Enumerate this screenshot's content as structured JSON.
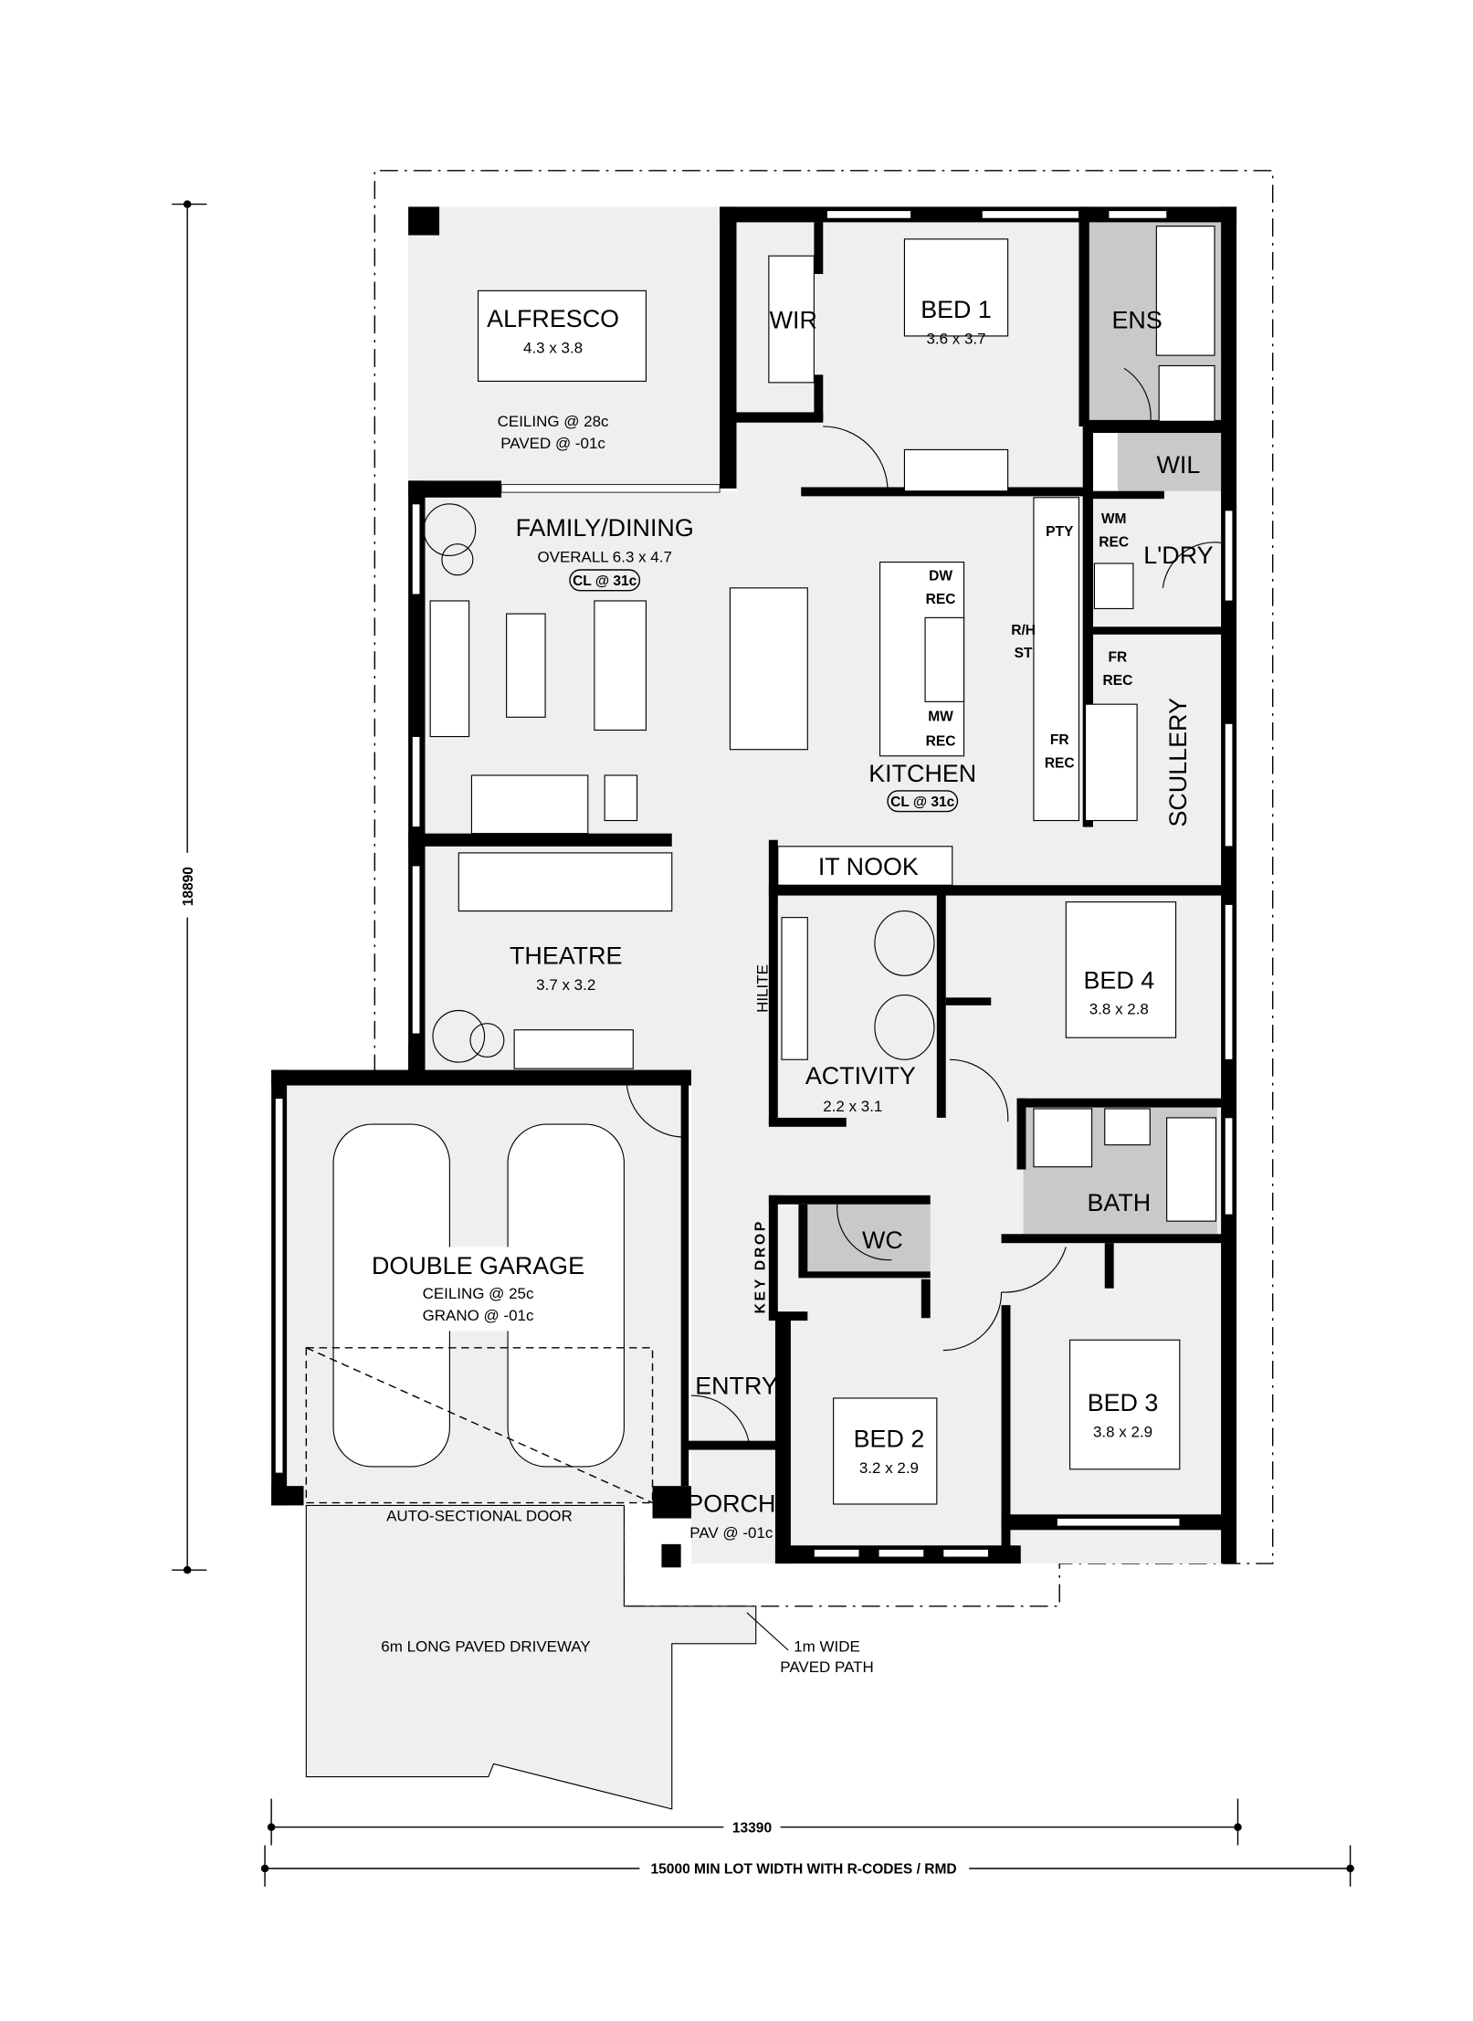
{
  "rooms": {
    "alfresco": {
      "name": "ALFRESCO",
      "size": "4.3 x 3.8",
      "note1": "CEILING @ 28c",
      "note2": "PAVED @ -01c"
    },
    "wir": {
      "name": "WIR"
    },
    "bed1": {
      "name": "BED 1",
      "size": "3.6 x 3.7"
    },
    "ens": {
      "name": "ENS"
    },
    "wil": {
      "name": "WIL"
    },
    "laundry": {
      "name": "L'DRY"
    },
    "family": {
      "name": "FAMILY/DINING",
      "size": "OVERALL 6.3 x 4.7",
      "ceiling": "CL @ 31c"
    },
    "kitchen": {
      "name": "KITCHEN",
      "ceiling": "CL @ 31c"
    },
    "scullery": {
      "name": "SCULLERY"
    },
    "it_nook": {
      "name": "IT NOOK"
    },
    "theatre": {
      "name": "THEATRE",
      "size": "3.7 x 3.2"
    },
    "activity": {
      "name": "ACTIVITY",
      "size": "2.2 x 3.1"
    },
    "bed4": {
      "name": "BED 4",
      "size": "3.8 x 2.8"
    },
    "bath": {
      "name": "BATH"
    },
    "wc": {
      "name": "WC"
    },
    "garage": {
      "name": "DOUBLE GARAGE",
      "note1": "CEILING @ 25c",
      "note2": "GRANO @ -01c"
    },
    "entry": {
      "name": "ENTRY"
    },
    "porch": {
      "name": "PORCH",
      "note": "PAV @ -01c"
    },
    "bed2": {
      "name": "BED 2",
      "size": "3.2 x 2.9"
    },
    "bed3": {
      "name": "BED 3",
      "size": "3.8 x 2.9"
    }
  },
  "appliances": {
    "pty": "PTY",
    "wm_rec_1": "WM",
    "wm_rec_2": "REC",
    "dw_rec_1": "DW",
    "dw_rec_2": "REC",
    "mw_rec_1": "MW",
    "mw_rec_2": "REC",
    "rh_st_1": "R/H",
    "rh_st_2": "ST",
    "fr_rec_a_1": "FR",
    "fr_rec_a_2": "REC",
    "fr_rec_b_1": "FR",
    "fr_rec_b_2": "REC",
    "hilite": "HILITE",
    "key_drop": "KEY DROP"
  },
  "site": {
    "garage_door": "AUTO-SECTIONAL DOOR",
    "driveway": "6m LONG PAVED DRIVEWAY",
    "path_1": "1m WIDE",
    "path_2": "PAVED PATH"
  },
  "dimensions": {
    "depth": "18890",
    "width": "13390",
    "lot_width": "15000 MIN LOT WIDTH WITH R-CODES / RMD"
  }
}
